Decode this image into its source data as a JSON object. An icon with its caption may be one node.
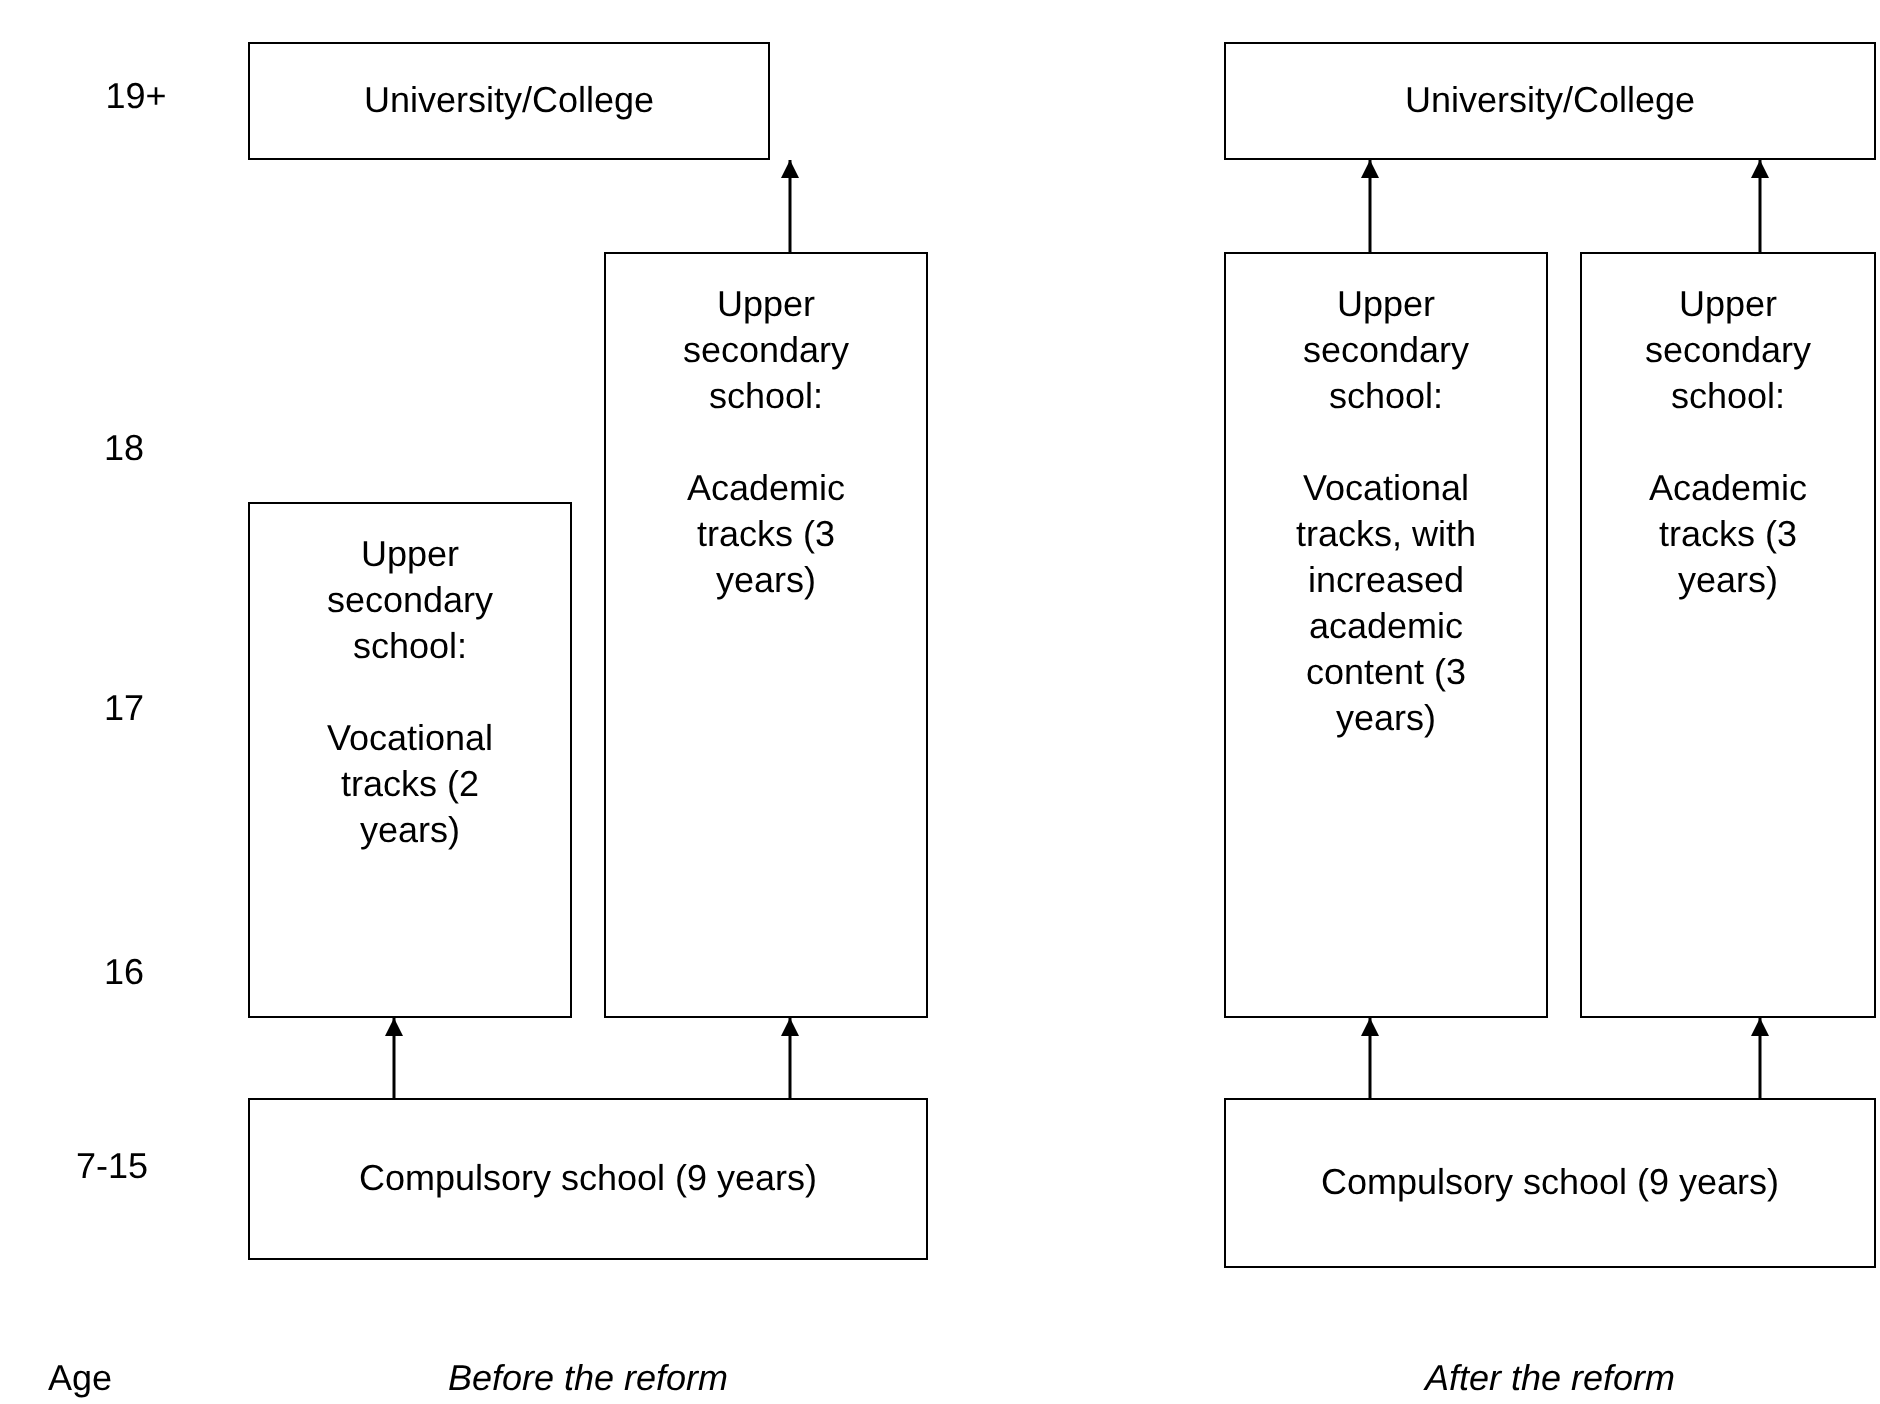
{
  "diagram": {
    "nodes": [
      {
        "text": [
          "University/College"
        ]
      },
      {
        "text": [
          "Upper secondary school:",
          "Academic tracks (3 years)"
        ]
      },
      {
        "text": [
          "Upper secondary school:",
          "Vocational tracks (2 years)"
        ]
      },
      {
        "text": [
          "Compulsory school (9 years)"
        ]
      },
      {
        "text": [
          "University/College"
        ]
      },
      {
        "text": [
          "Upper secondary school:",
          "Vocational tracks, with increased academic content (3 years)"
        ]
      },
      {
        "text": [
          "Upper secondary school:",
          "Academic tracks (3 years)"
        ]
      },
      {
        "text": [
          "Compulsory school (9 years)"
        ]
      }
    ],
    "edges": [
      {
        "from": 3,
        "to": 2,
        "arrow": "to"
      },
      {
        "from": 3,
        "to": 1,
        "arrow": "to"
      },
      {
        "from": 1,
        "to": 0,
        "arrow": "to"
      },
      {
        "from": 7,
        "to": 5,
        "arrow": "to"
      },
      {
        "from": 7,
        "to": 6,
        "arrow": "to"
      },
      {
        "from": 5,
        "to": 4,
        "arrow": "to"
      },
      {
        "from": 6,
        "to": 4,
        "arrow": "to"
      }
    ],
    "labels": [
      "19+",
      "18",
      "17",
      "16",
      "7-15",
      "Age",
      "Before the reform",
      "After the reform"
    ]
  }
}
